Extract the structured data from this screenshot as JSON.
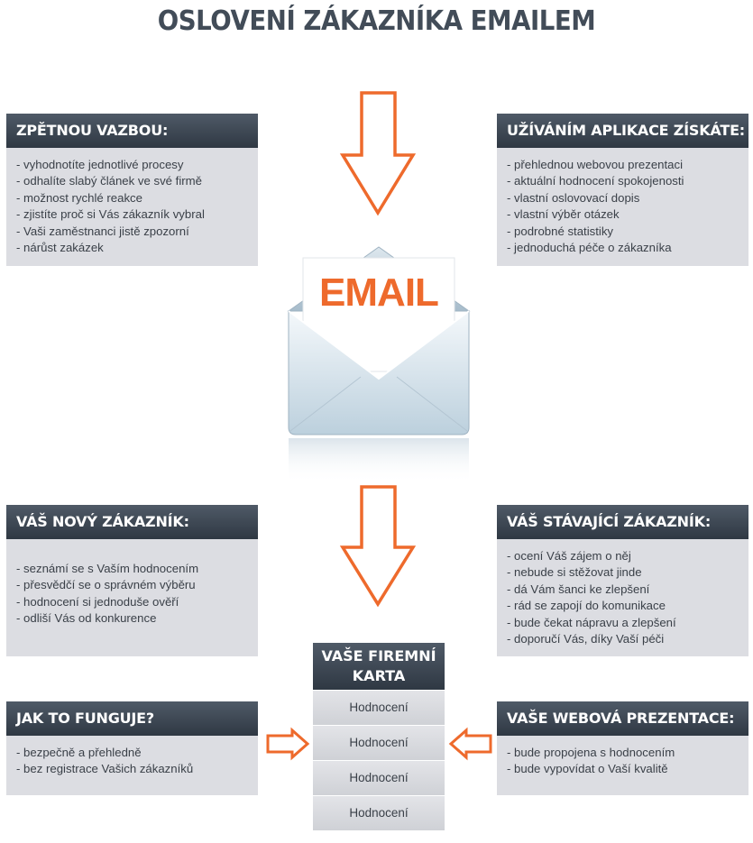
{
  "title": "OSLOVENÍ ZÁKAZNÍKA EMAILEM",
  "email_label": "EMAIL",
  "colors": {
    "accent": "#ee6a2c",
    "header": "#3a4450",
    "panel_bg": "#dcdde2"
  },
  "panels": {
    "feedback": {
      "title": "ZPĚTNOU VAZBOU:",
      "items": [
        "- vyhodnotíte jednotlivé procesy",
        "- odhalíte slabý článek ve své firmě",
        "- možnost rychlé reakce",
        "- zjistíte proč si Vás zákazník vybral",
        "- Vaši zaměstnanci jistě zpozorní",
        "- nárůst zakázek"
      ]
    },
    "app": {
      "title": "UŽÍVÁNÍM APLIKACE ZÍSKÁTE:",
      "items": [
        "- přehlednou webovou prezentaci",
        "- aktuální hodnocení spokojenosti",
        "- vlastní oslovovací dopis",
        "- vlastní výběr otázek",
        "- podrobné statistiky",
        "- jednoduchá péče o zákazníka"
      ]
    },
    "new_customer": {
      "title": "VÁŠ NOVÝ ZÁKAZNÍK:",
      "items": [
        "- seznámí se s Vaším hodnocením",
        "- přesvědčí se o správném výběru",
        "- hodnocení si jednoduše ověří",
        "- odliší Vás od konkurence"
      ]
    },
    "existing_customer": {
      "title": "VÁŠ STÁVAJÍCÍ ZÁKAZNÍK:",
      "items": [
        "- ocení Váš zájem o něj",
        "- nebude si stěžovat jinde",
        "- dá Vám šanci ke zlepšení",
        "- rád se zapojí do komunikace",
        "- bude čekat nápravu a zlepšení",
        "- doporučí Vás, díky Vaší péči"
      ]
    },
    "how": {
      "title": "JAK  TO FUNGUJE?",
      "items": [
        "- bezpečně a přehledně",
        "- bez registrace Vašich zákazníků"
      ]
    },
    "web": {
      "title": "VAŠE WEBOVÁ PREZENTACE:",
      "items": [
        "- bude propojena s hodnocením",
        "- bude vypovídat o Vaší kvalitě"
      ]
    }
  },
  "card": {
    "title_line1": "VAŠE FIREMNÍ",
    "title_line2": "KARTA",
    "rows": [
      "Hodnocení",
      "Hodnocení",
      "Hodnocení",
      "Hodnocení"
    ]
  }
}
